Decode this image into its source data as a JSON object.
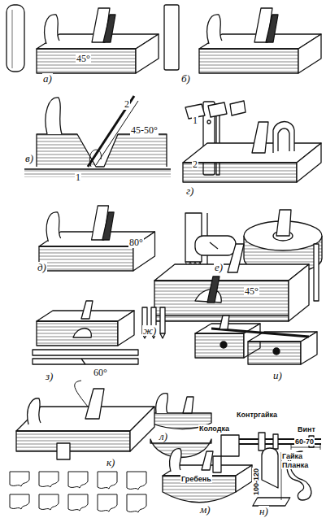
{
  "diagram": {
    "labels": [
      "45°",
      "а)",
      "б)",
      "2",
      "45-50°",
      "1",
      "в)",
      "1",
      "2",
      "г)",
      "80°",
      "д)",
      "е)",
      "45°",
      "ж)",
      "з)",
      "60°",
      "и)",
      "л)",
      "к)",
      "Колодка",
      "Контргайка",
      "Винт",
      "Гребень",
      "Гайка",
      "Планка",
      "м)",
      "н)",
      "60-70",
      "100-120"
    ]
  }
}
